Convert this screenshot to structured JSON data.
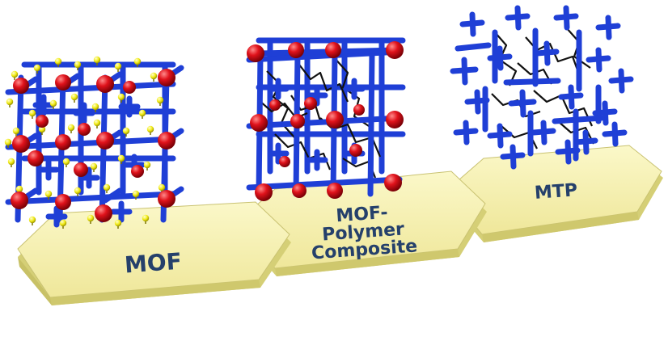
{
  "stages": [
    {
      "id": "mof",
      "label_lines": [
        "MOF"
      ]
    },
    {
      "id": "composite",
      "label_lines": [
        "MOF-",
        "Polymer",
        "Composite"
      ]
    },
    {
      "id": "mtp",
      "label_lines": [
        "MTP"
      ]
    }
  ],
  "colors": {
    "linker": "#1f3fd6",
    "metal_node": "#d8141c",
    "functional_group": "#f2ee1a",
    "polymer": "#111111",
    "arrow_top": "#f6f1a6",
    "arrow_side": "#d9d37a",
    "label": "#25406b"
  }
}
